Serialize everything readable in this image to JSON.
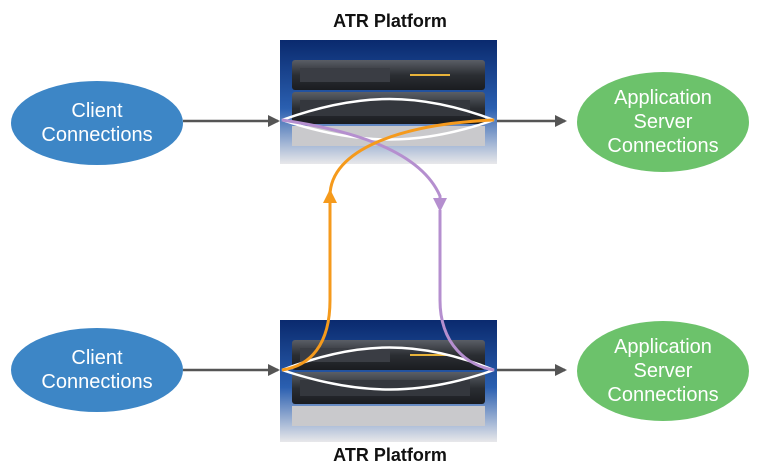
{
  "platforms": [
    {
      "title": "ATR Platform"
    },
    {
      "title": "ATR Platform"
    }
  ],
  "client_nodes": [
    {
      "label": "Client\nConnections"
    },
    {
      "label": "Client\nConnections"
    }
  ],
  "server_nodes": [
    {
      "label": "Application\nServer\nConnections"
    },
    {
      "label": "Application\nServer\nConnections"
    }
  ],
  "colors": {
    "client_fill": "#3d86c6",
    "server_fill": "#6cc26b",
    "arrow_gray": "#555555",
    "orange_path": "#f59a1c",
    "purple_path": "#b58fcf",
    "white_path": "#ffffff"
  }
}
